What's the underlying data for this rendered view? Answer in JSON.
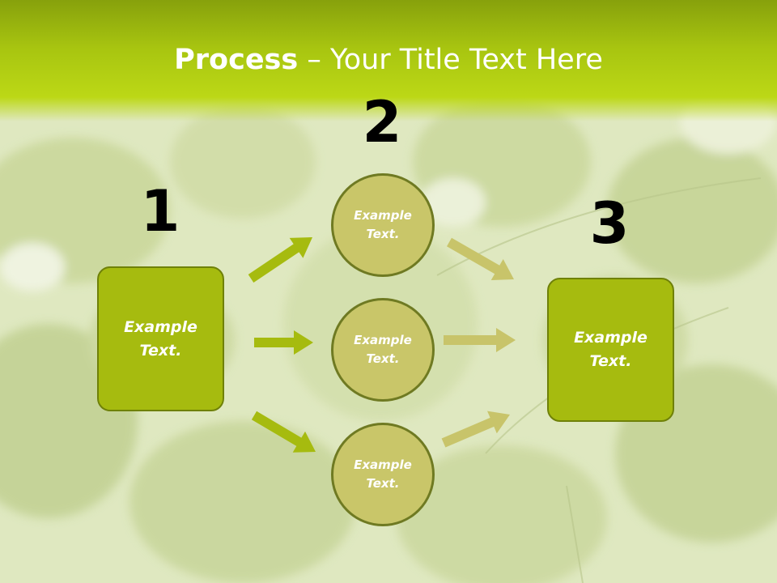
{
  "title": {
    "bold": "Process",
    "rest": " – Your Title Text Here"
  },
  "steps": [
    {
      "number": "1",
      "text": "Example\nText."
    },
    {
      "number": "2",
      "items": [
        "Example\nText.",
        "Example\nText.",
        "Example\nText."
      ]
    },
    {
      "number": "3",
      "text": "Example\nText."
    }
  ],
  "colors": {
    "header": "#a8c510",
    "box_fill": "#a6bb0f",
    "circle_fill": "#c9c669",
    "arrow_left": "#a6bb0f",
    "arrow_right": "#c8c46a"
  }
}
